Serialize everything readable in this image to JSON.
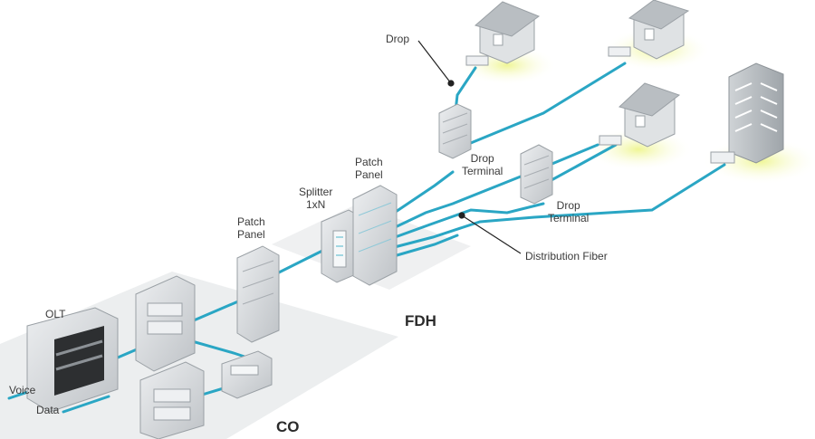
{
  "labels": {
    "drop": "Drop",
    "drop_terminal_1": [
      "Drop",
      "Terminal"
    ],
    "drop_terminal_2": [
      "Drop",
      "Terminal"
    ],
    "splitter": [
      "Splitter",
      "1xN"
    ],
    "patch_panel_fdh": [
      "Patch",
      "Panel"
    ],
    "patch_panel_co": [
      "Patch",
      "Panel"
    ],
    "distribution_fiber": "Distribution Fiber",
    "olt": "OLT",
    "voice": "Voice",
    "data": "Data"
  },
  "sections": {
    "fdh": "FDH",
    "co": "CO"
  },
  "colors": {
    "fiber": "#2aa6c4",
    "equipment": "#d8dadd",
    "platform": "#eceeef",
    "glow": "#e9f48a",
    "leader": "#222222"
  }
}
